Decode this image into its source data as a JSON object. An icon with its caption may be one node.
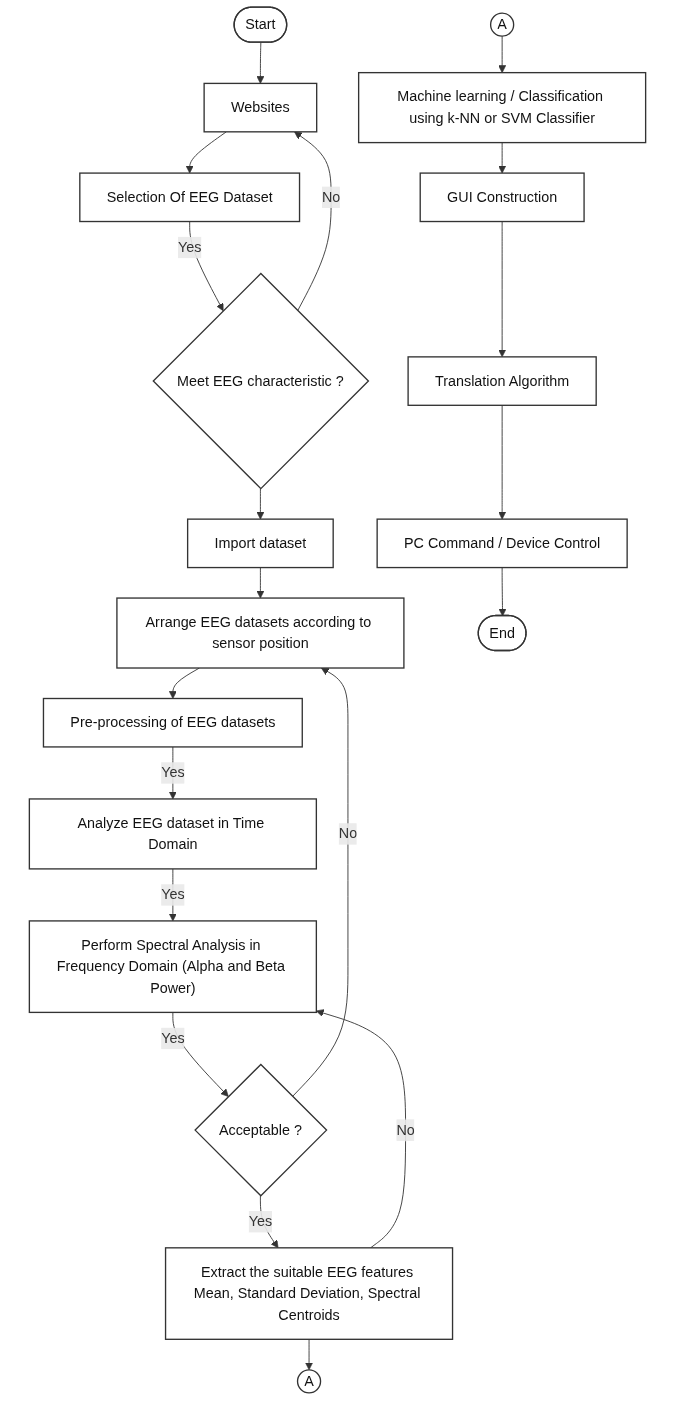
{
  "diagram": {
    "nodes": [
      {
        "text": [
          "Start"
        ]
      },
      {
        "text": [
          "Websites"
        ]
      },
      {
        "text": [
          "Selection Of EEG Dataset"
        ]
      },
      {
        "text": [
          "Meet EEG characteristic ?"
        ]
      },
      {
        "text": [
          "Import dataset"
        ]
      },
      {
        "text": [
          "Arrange EEG datasets according to sensor position"
        ]
      },
      {
        "text": [
          "Pre-processing of EEG datasets"
        ]
      },
      {
        "text": [
          "Analyze EEG dataset in Time Domain"
        ]
      },
      {
        "text": [
          "Perform Spectral Analysis in Frequency Domain (Alpha and Beta Power)"
        ]
      },
      {
        "text": [
          "Acceptable ?"
        ]
      },
      {
        "text": [
          "Extract the suitable EEG features Mean, Standard Deviation, Spectral Centroids"
        ]
      },
      {
        "text": [
          "A"
        ]
      },
      {
        "text": [
          "A"
        ]
      },
      {
        "text": [
          "Machine learning / Classification using k-NN or SVM Classifier"
        ]
      },
      {
        "text": [
          "GUI Construction"
        ]
      },
      {
        "text": [
          "Translation Algorithm"
        ]
      },
      {
        "text": [
          "PC Command / Device Control"
        ]
      },
      {
        "text": [
          "End"
        ]
      }
    ],
    "edges": [
      {
        "from": 0,
        "to": 1,
        "arrow": "to"
      },
      {
        "from": 1,
        "to": 2,
        "arrow": "to"
      },
      {
        "from": 2,
        "to": 3,
        "label": "Yes",
        "arrow": "to"
      },
      {
        "from": 3,
        "to": 1,
        "label": "No",
        "arrow": "to"
      },
      {
        "from": 3,
        "to": 4,
        "arrow": "to"
      },
      {
        "from": 4,
        "to": 5,
        "arrow": "to"
      },
      {
        "from": 5,
        "to": 6,
        "arrow": "to"
      },
      {
        "from": 6,
        "to": 7,
        "label": "Yes",
        "arrow": "to"
      },
      {
        "from": 7,
        "to": 8,
        "label": "Yes",
        "arrow": "to"
      },
      {
        "from": 8,
        "to": 9,
        "label": "Yes",
        "arrow": "to"
      },
      {
        "from": 9,
        "to": 5,
        "label": "No",
        "arrow": "to"
      },
      {
        "from": 9,
        "to": 10,
        "label": "Yes",
        "arrow": "to"
      },
      {
        "from": 10,
        "to": 8,
        "label": "No",
        "arrow": "to"
      },
      {
        "from": 10,
        "to": 11,
        "arrow": "to"
      },
      {
        "from": 12,
        "to": 13,
        "arrow": "to"
      },
      {
        "from": 13,
        "to": 14,
        "arrow": "to"
      },
      {
        "from": 14,
        "to": 15,
        "arrow": "to"
      },
      {
        "from": 15,
        "to": 16,
        "arrow": "to"
      },
      {
        "from": 16,
        "to": 17,
        "arrow": "to"
      }
    ]
  }
}
